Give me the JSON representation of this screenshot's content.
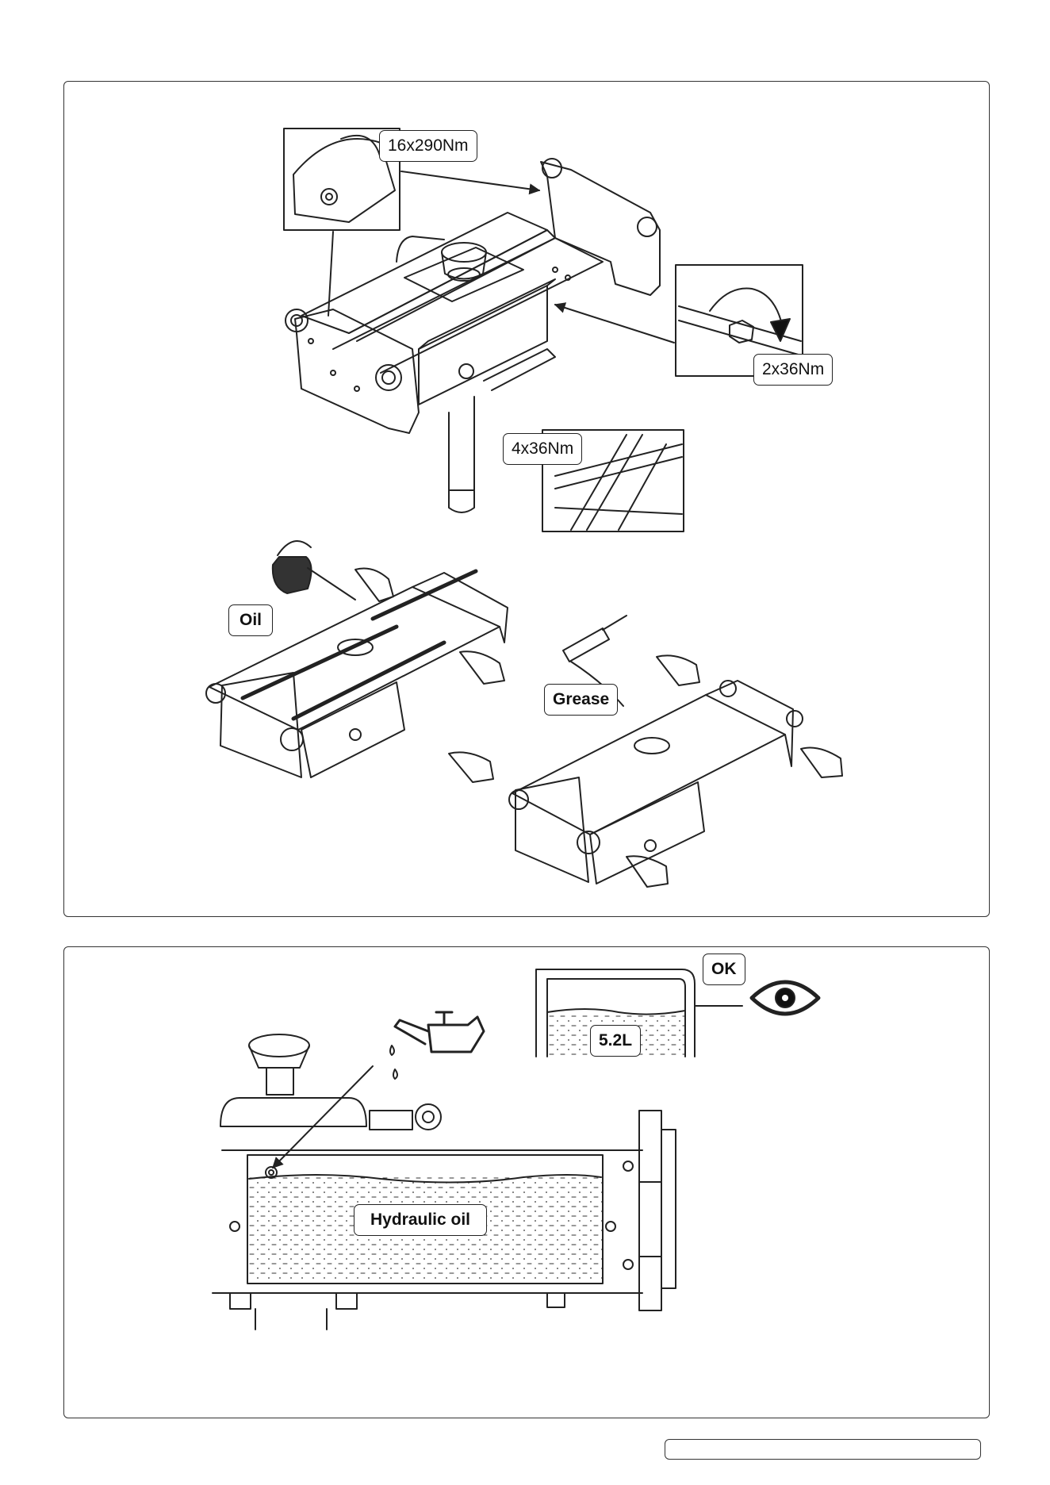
{
  "top_panel": {
    "torque_main": "16x290Nm",
    "torque_side": "2x36Nm",
    "torque_bottom": "4x36Nm",
    "oil_label": "Oil",
    "grease_label": "Grease"
  },
  "bottom_panel": {
    "status_label": "OK",
    "volume_label": "5.2L",
    "fluid_label": "Hydraulic oil"
  }
}
